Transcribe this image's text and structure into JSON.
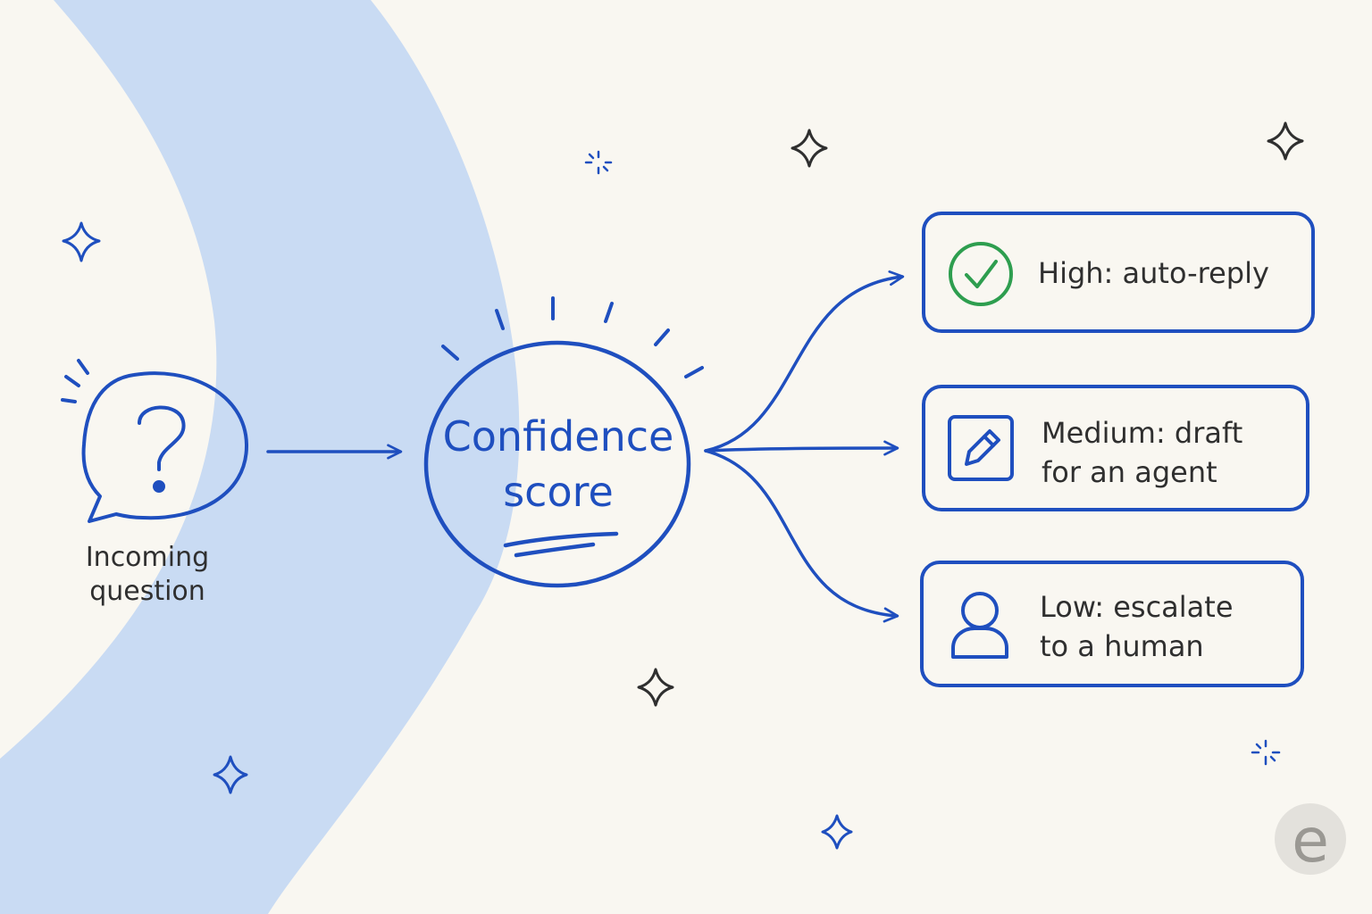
{
  "diagram": {
    "input": {
      "label": "Incoming\nquestion",
      "icon": "question-bubble-icon"
    },
    "scorer": {
      "label": "Confidence\nscore"
    },
    "outcomes": [
      {
        "label": "High: auto-reply",
        "icon": "check-circle-icon"
      },
      {
        "label": "Medium: draft\nfor an agent",
        "icon": "pencil-square-icon"
      },
      {
        "label": "Low: escalate\nto a human",
        "icon": "person-icon"
      }
    ]
  },
  "colors": {
    "background": "#f9f7f1",
    "arc": "#c9dbf3",
    "ink_blue": "#1f4fbf",
    "ink_dark": "#2f2f2f",
    "check_green": "#2e9e4f",
    "logo_bg": "#e3e1dc",
    "logo_fg": "#9a9893"
  },
  "logo": {
    "letter": "e"
  }
}
